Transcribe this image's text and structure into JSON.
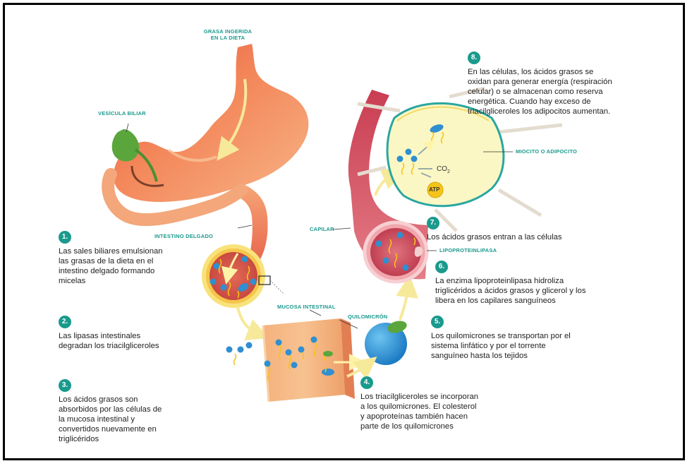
{
  "labels": {
    "grasa": "GRASA INGERIDA EN LA DIETA",
    "vesicula": "VESÍCULA BILIAR",
    "intestino": "INTESTINO DELGADO",
    "mucosa": "MUCOSA INTESTINAL",
    "quilomicron": "QUILOMICRÓN",
    "capilar": "CAPILAR",
    "lipoproteinlipasa": "LIPOPROTEINLIPASA",
    "miocito": "MIOCITO O ADIPOCITO",
    "co2": "CO",
    "co2_sub": "2",
    "atp": "ATP"
  },
  "steps": [
    {
      "number": "1.",
      "text": "Las sales biliares emulsionan las grasas de la dieta en el intestino delgado formando micelas"
    },
    {
      "number": "2.",
      "text": "Las lipasas intestinales degradan los triacilgliceroles"
    },
    {
      "number": "3.",
      "text": "Los ácidos grasos son absorbidos por las células de la mucosa intestinal y convertidos nuevamente en triglicéridos"
    },
    {
      "number": "4.",
      "text": "Los triacilgliceroles se incorporan a los quilomicrones. El colesterol y apoproteínas también hacen parte de los quilomicrones"
    },
    {
      "number": "5.",
      "text": "Los quilomicrones se transportan por el sistema linfático y por el torrente sanguíneo hasta los tejidos"
    },
    {
      "number": "6.",
      "text": "La enzima lipoproteinlipasa hidroliza triglicéridos a ácidos grasos y glicerol y los libera en los capilares sanguíneos"
    },
    {
      "number": "7.",
      "text": "Los ácidos grasos entran a las células"
    },
    {
      "number": "8.",
      "text": "En las células, los ácidos grasos se oxidan para generar energía (respiración celular) o se almacenan como reserva energética. Cuando hay exceso de triacilgliceroles los adipocitos aumentan."
    }
  ],
  "colors": {
    "accent": "#1a9a8d",
    "stomach": "#f08a5a",
    "bile": "#5aa63c",
    "fatty_acid": "#f4c41a",
    "glycerol": "#2f8fd0",
    "capillary": "#d2545e"
  }
}
